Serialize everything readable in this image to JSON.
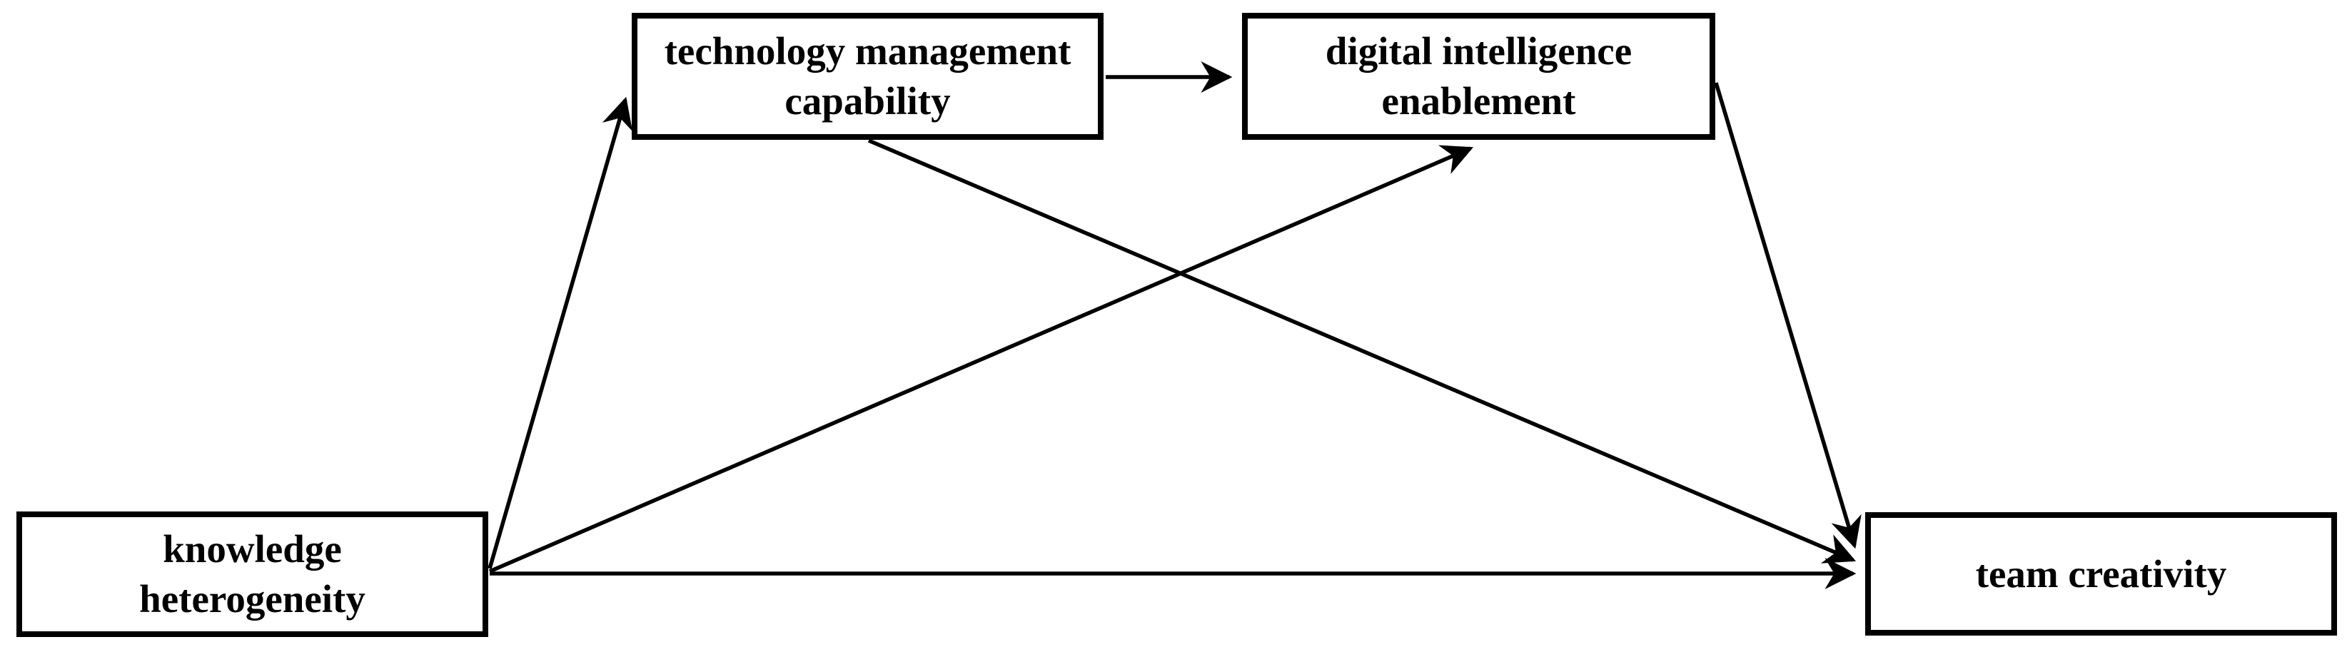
{
  "diagram": {
    "type": "path-model",
    "background_color": "#ffffff",
    "box_border_color": "#000000",
    "box_fill_color": "#ffffff",
    "arrow_color": "#000000",
    "text_color": "#000000",
    "nodes": [
      {
        "id": "knowledge-heterogeneity",
        "label": "knowledge\nheterogeneity"
      },
      {
        "id": "technology-management-capability",
        "label": "technology management\ncapability"
      },
      {
        "id": "digital-intelligence-enablement",
        "label": "digital intelligence\nenablement"
      },
      {
        "id": "team-creativity",
        "label": "team creativity"
      }
    ],
    "edges": [
      {
        "from": "knowledge-heterogeneity",
        "to": "technology-management-capability",
        "style": "arrow"
      },
      {
        "from": "technology-management-capability",
        "to": "digital-intelligence-enablement",
        "style": "arrow"
      },
      {
        "from": "knowledge-heterogeneity",
        "to": "digital-intelligence-enablement",
        "style": "arrow"
      },
      {
        "from": "technology-management-capability",
        "to": "team-creativity",
        "style": "arrow"
      },
      {
        "from": "digital-intelligence-enablement",
        "to": "team-creativity",
        "style": "arrow"
      },
      {
        "from": "knowledge-heterogeneity",
        "to": "team-creativity",
        "style": "arrow"
      }
    ]
  }
}
